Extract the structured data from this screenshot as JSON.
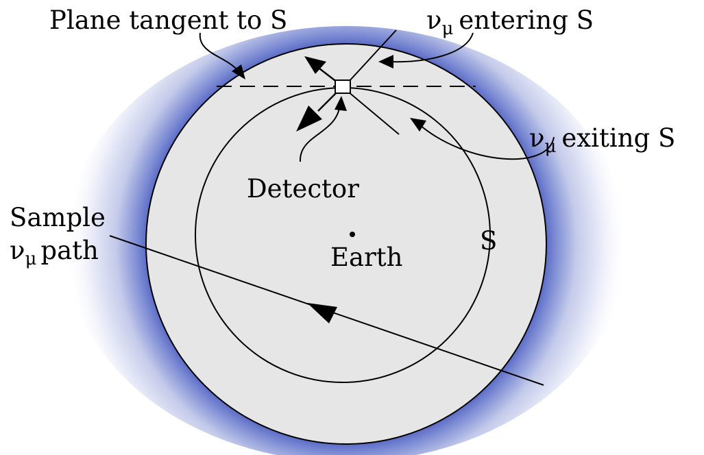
{
  "labels": {
    "plane_tangent": "Plane tangent to S",
    "nu_entering": "entering S",
    "nu_exiting": "exiting S",
    "detector": "Detector",
    "sample_line1": "Sample",
    "sample_path": "path",
    "shell": "S",
    "earth": "Earth",
    "nu": "ν",
    "mu": "μ"
  },
  "colors": {
    "earth_fill": "#e6e6e6",
    "halo": "#6f7fc9",
    "ink": "#000000"
  }
}
